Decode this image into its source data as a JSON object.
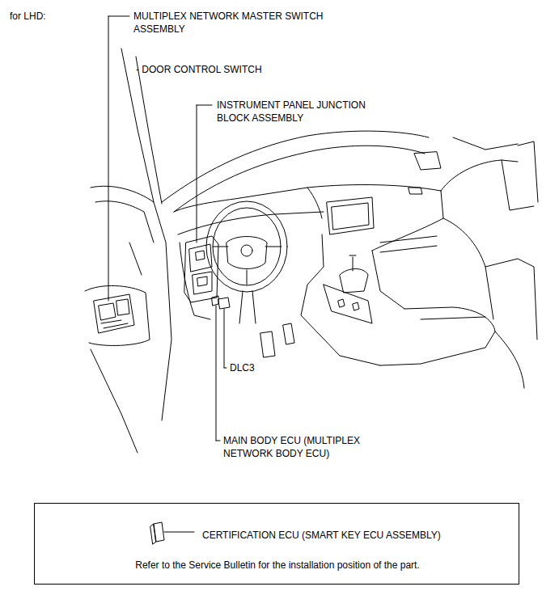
{
  "diagram": {
    "nodes": [
      {
        "text": [
          "CERTIFICATION ECU (SMART KEY ECU ASSEMBLY)",
          "Refer to the Service Bulletin for the installation position of the part."
        ]
      }
    ],
    "labels": [
      "for LHD:",
      "MULTIPLEX NETWORK MASTER SWITCH ASSEMBLY",
      "- DOOR CONTROL SWITCH",
      "INSTRUMENT PANEL JUNCTION BLOCK ASSEMBLY",
      "DLC3",
      "MAIN BODY ECU (MULTIPLEX NETWORK BODY ECU)"
    ]
  }
}
